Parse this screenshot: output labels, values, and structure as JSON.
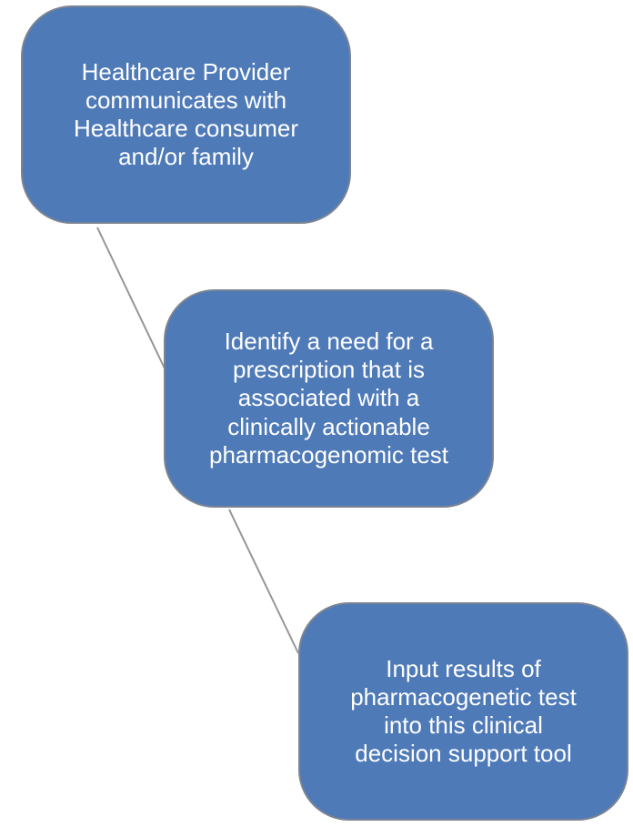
{
  "diagram": {
    "colors": {
      "node_fill": "#4f7ab8",
      "node_border": "#7b8492",
      "node_text": "#ffffff",
      "connector": "#969696"
    },
    "nodes": [
      {
        "id": "step-1",
        "label": "Healthcare Provider\ncommunicates with\nHealthcare consumer\nand/or family"
      },
      {
        "id": "step-2",
        "label": "Identify a need for a\nprescription that is\nassociated with a\nclinically actionable\npharmacogenomic test"
      },
      {
        "id": "step-3",
        "label": "Input results of\npharmacogenetic test\ninto this clinical\ndecision support tool"
      }
    ],
    "edges": [
      {
        "from": "step-1",
        "to": "step-2"
      },
      {
        "from": "step-2",
        "to": "step-3"
      }
    ]
  }
}
